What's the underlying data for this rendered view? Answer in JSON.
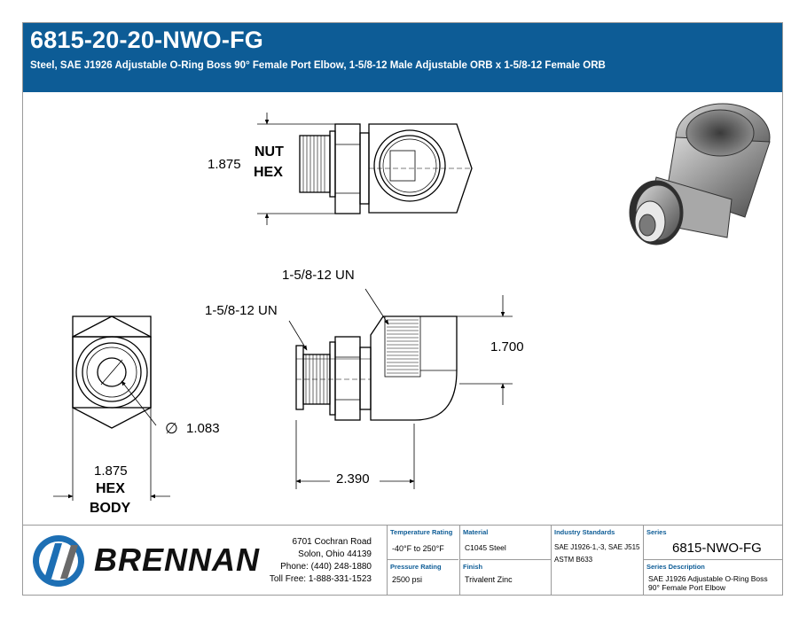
{
  "header": {
    "part_number": "6815-20-20-NWO-FG",
    "description": "Steel, SAE J1926 Adjustable O-Ring Boss 90° Female Port Elbow, 1-5/8-12 Male Adjustable ORB x 1-5/8-12 Female ORB"
  },
  "dims": {
    "nut_hex_value": "1.875",
    "nut_label_1": "NUT",
    "nut_label_2": "HEX",
    "thread_top": "1-5/8-12 UN",
    "thread_left": "1-5/8-12 UN",
    "height": "1.700",
    "bore_symbol": "∅",
    "bore": "1.083",
    "hex_body_value": "1.875",
    "hex_body_label_1": "HEX",
    "hex_body_label_2": "BODY",
    "length": "2.390"
  },
  "company": {
    "name": "BRENNAN",
    "address_line1": "6701 Cochran Road",
    "address_line2": "Solon, Ohio 44139",
    "phone": "Phone: (440) 248-1880",
    "tollfree": "Toll Free: 1-888-331-1523"
  },
  "specs": {
    "temperature_label": "Temperature Rating",
    "temperature": "-40°F to 250°F",
    "pressure_label": "Pressure Rating",
    "pressure": "2500 psi",
    "material_label": "Material",
    "material": "C1045 Steel",
    "finish_label": "Finish",
    "finish": "Trivalent Zinc",
    "standards_label": "Industry Standards",
    "standards_line1": "SAE J1926-1,-3, SAE J515",
    "standards_line2": "ASTM B633",
    "series_label": "Series",
    "series": "6815-NWO-FG",
    "series_desc_label": "Series Description",
    "series_desc_line1": "SAE J1926 Adjustable O-Ring Boss",
    "series_desc_line2": "90° Female Port Elbow"
  },
  "colors": {
    "header_bg": "#0d5c96",
    "logo_blue": "#1d6fb4",
    "label_blue": "#0d5c96"
  },
  "icons": [
    "brennan-logo-icon",
    "fitting-3d-render"
  ]
}
